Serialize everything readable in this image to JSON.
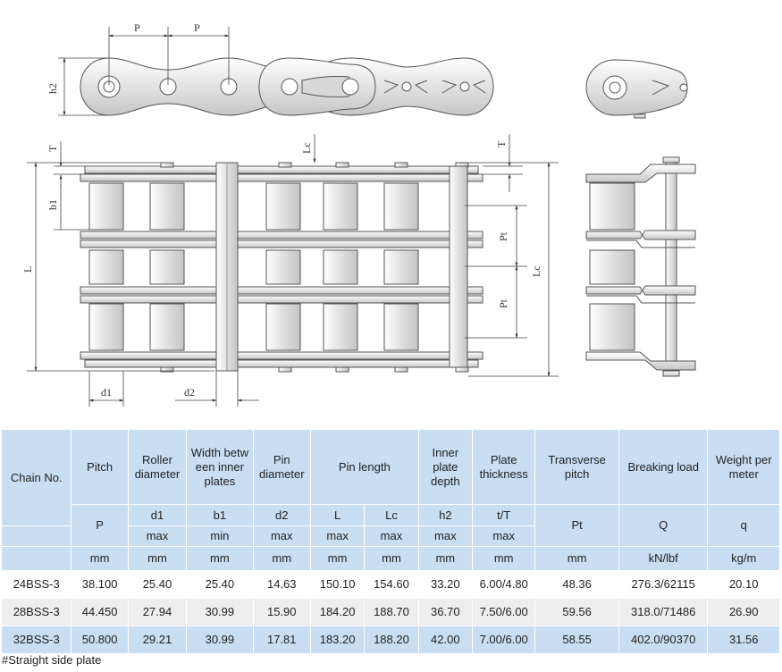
{
  "drawing": {
    "labels": {
      "p1": "P",
      "p2": "P",
      "h2": "h2",
      "t_left": "T",
      "lc_top": "Lc",
      "t_right": "T",
      "b1": "b1",
      "l": "L",
      "pt1": "Pt",
      "pt2": "Pt",
      "lc_right": "Lc",
      "d1": "d1",
      "d2": "d2"
    }
  },
  "table": {
    "headers": {
      "chain_no": "Chain No.",
      "pitch": "Pitch",
      "roller_diameter": "Roller diameter",
      "width_between": "Width betw een inner plates",
      "pin_diameter": "Pin diameter",
      "pin_length": "Pin length",
      "inner_plate_depth": "Inner plate depth",
      "plate_thickness": "Plate thickness",
      "transverse_pitch": "Transverse pitch",
      "breaking_load": "Breaking load",
      "weight_per_meter": "Weight per meter"
    },
    "symbols": {
      "p": "P",
      "d1": "d1",
      "b1": "b1",
      "d2": "d2",
      "l": "L",
      "lc": "Lc",
      "h2": "h2",
      "tt": "t/T",
      "pt": "Pt",
      "q": "Q",
      "q_small": "q"
    },
    "limits": {
      "d1": "max",
      "b1": "min",
      "d2": "max",
      "l": "max",
      "lc": "max",
      "h2": "max",
      "tt": "max"
    },
    "units": {
      "p": "mm",
      "d1": "mm",
      "b1": "mm",
      "d2": "mm",
      "l": "mm",
      "lc": "mm",
      "h2": "mm",
      "tt": "mm",
      "pt": "mm",
      "q": "kN/lbf",
      "q_small": "kg/m"
    },
    "rows": [
      [
        "24BSS-3",
        "38.100",
        "25.40",
        "25.40",
        "14.63",
        "150.10",
        "154.60",
        "33.20",
        "6.00/4.80",
        "48.36",
        "276.3/62115",
        "20.10"
      ],
      [
        "28BSS-3",
        "44.450",
        "27.94",
        "30.99",
        "15.90",
        "184.20",
        "188.70",
        "36.70",
        "7.50/6.00",
        "59.56",
        "318.0/71486",
        "26.90"
      ],
      [
        "32BSS-3",
        "50.800",
        "29.21",
        "30.99",
        "17.81",
        "183.20",
        "188.20",
        "42.00",
        "7.00/6.00",
        "58.55",
        "402.0/90370",
        "31.56"
      ]
    ]
  },
  "footnote": "#Straight side plate"
}
